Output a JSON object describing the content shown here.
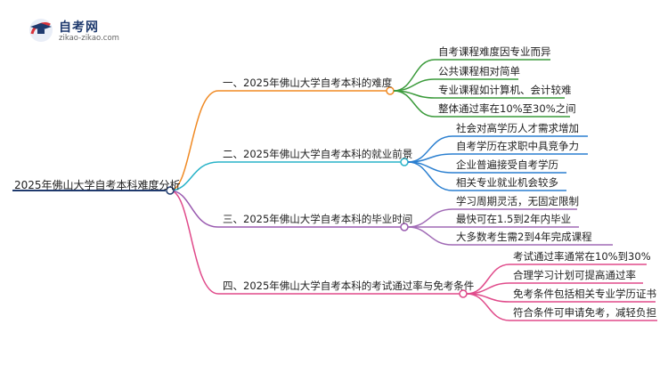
{
  "header": {
    "logo_title": "自考网",
    "logo_url": "zikao-zikao.com",
    "logo_icon": "graduation-cap-icon"
  },
  "colors": {
    "root": "#1f3a6e",
    "branch1": "#f08a24",
    "branch2": "#28b3c8",
    "branch3": "#9a5bb0",
    "branch4": "#e04a8a",
    "leaf1": "#3a9a3a",
    "leaf2": "#2a7fd0",
    "leaf3": "#a06ab5",
    "leaf4": "#e04a8a"
  },
  "root": {
    "label": "2025年佛山大学自考本科难度分析"
  },
  "branches": [
    {
      "label": "一、2025年佛山大学自考本科的难度",
      "children": [
        "自考课程难度因专业而异",
        "公共课程相对简单",
        "专业课程如计算机、会计较难",
        "整体通过率在10%至30%之间"
      ]
    },
    {
      "label": "二、2025年佛山大学自考本科的就业前景",
      "children": [
        "社会对高学历人才需求增加",
        "自考学历在求职中具竞争力",
        "企业普遍接受自考学历",
        "相关专业就业机会较多"
      ]
    },
    {
      "label": "三、2025年佛山大学自考本科的毕业时间",
      "children": [
        "学习周期灵活，无固定限制",
        "最快可在1.5到2年内毕业",
        "大多数考生需2到4年完成课程"
      ]
    },
    {
      "label": "四、2025年佛山大学自考本科的考试通过率与免考条件",
      "children": [
        "考试通过率通常在10%到30%",
        "合理学习计划可提高通过率",
        "免考条件包括相关专业学历证书",
        "符合条件可申请免考，减轻负担"
      ]
    }
  ]
}
